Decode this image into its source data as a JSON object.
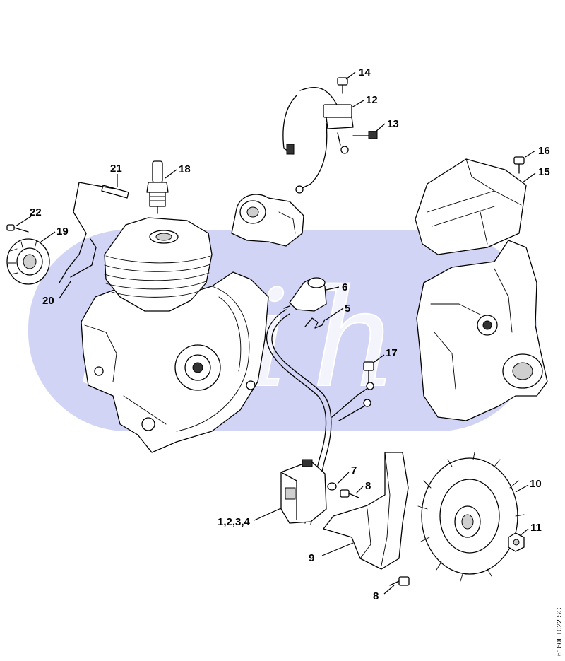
{
  "callouts": {
    "c14": "14",
    "c12": "12",
    "c13": "13",
    "c16": "16",
    "c15": "15",
    "c21": "21",
    "c18": "18",
    "c22": "22",
    "c19": "19",
    "c20": "20",
    "c6": "6",
    "c5": "5",
    "c17": "17",
    "c7": "7",
    "c8a": "8",
    "c10": "10",
    "c1234": "1,2,3,4",
    "c11": "11",
    "c9": "9",
    "c8b": "8"
  },
  "watermark": "stihl",
  "drawing_code": "6160ET022 SC",
  "colors": {
    "line": "#000000",
    "background": "#ffffff",
    "watermark_band": "#c9ccf2",
    "watermark_text": "#ffffff"
  }
}
